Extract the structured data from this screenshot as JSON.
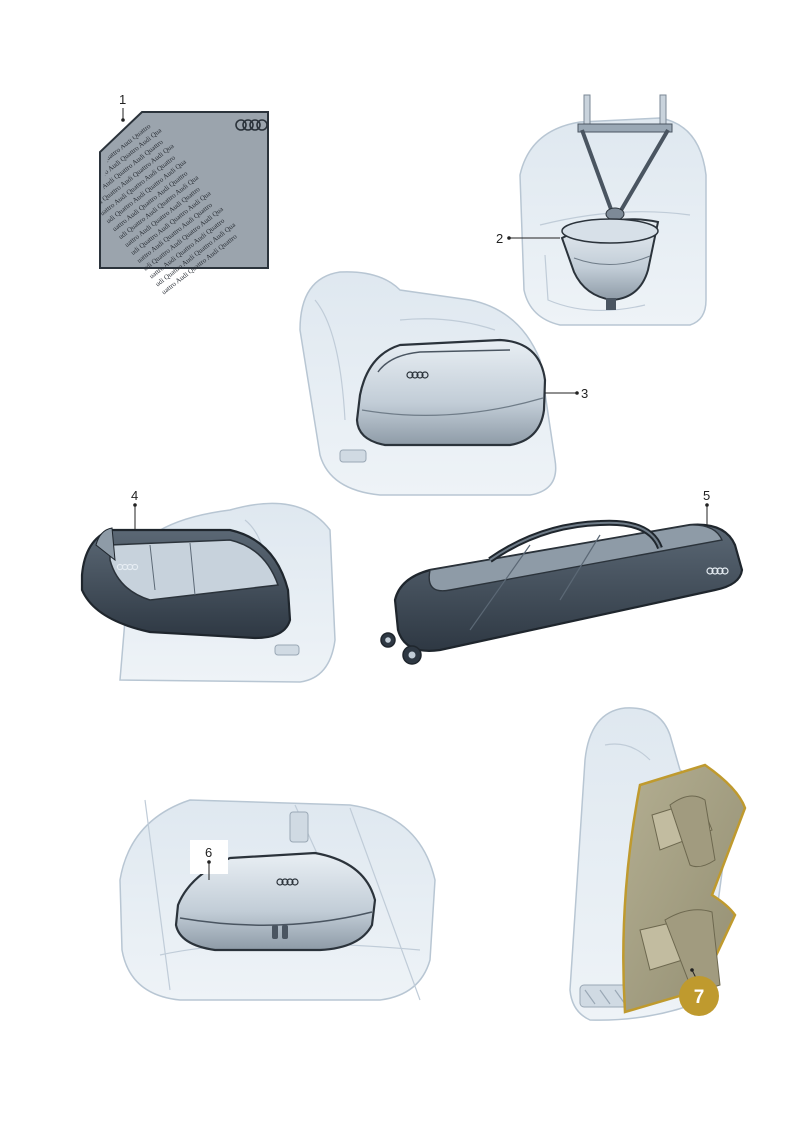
{
  "callouts": {
    "c1": "1",
    "c2": "2",
    "c3": "3",
    "c4": "4",
    "c5": "5",
    "c6": "6",
    "c7": "7"
  },
  "colors": {
    "bg_shade": "#dfe8f0",
    "item_light": "#e6edf3",
    "item_dark": "#35404c",
    "outline": "#2b333b",
    "mat": "#9ba4ad",
    "organizer": "#a9a488",
    "badge": "#bf9a2e"
  }
}
